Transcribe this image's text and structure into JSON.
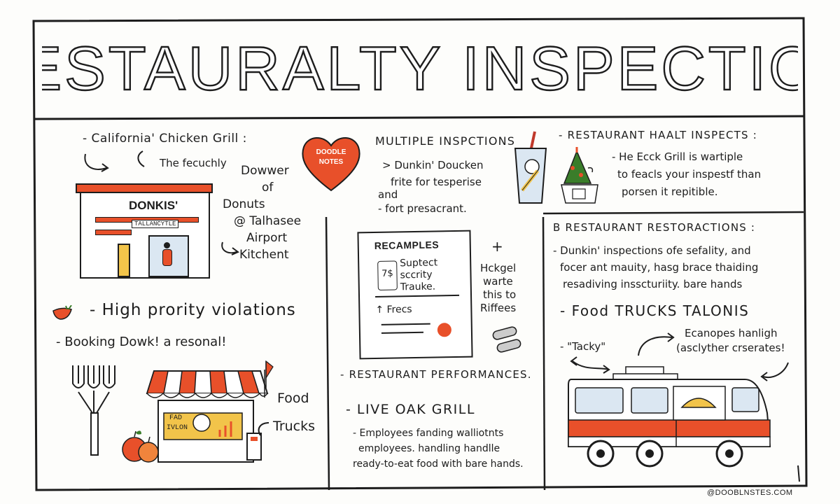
{
  "title": "RESTAURALTY INSPECTION",
  "badge": {
    "line1": "DOODLE",
    "line2": "NOTES",
    "color": "#e8502a"
  },
  "colors": {
    "accent": "#e8502a",
    "ink": "#1d1d1d",
    "yellow": "#f2c44a",
    "paper": "#fdfdfb"
  },
  "left": {
    "heading": "- California' Chicken Grill :",
    "subnote": "The fecuchly",
    "side_note": [
      "Dowwer",
      "of",
      "Donuts",
      "@ Talhasee",
      "Airport",
      "Kitchent"
    ],
    "store_sign": "DONKIS'",
    "store_subsign": "TALLANCYTLE",
    "violations": "- High prority violations",
    "booking": "- Booking Dowk! a resonal!",
    "food_label": "Food",
    "trucks_label": "Trucks",
    "stall_sign_line1": "FAD",
    "stall_sign_line2": "IVLON"
  },
  "middle": {
    "heading": "MULTIPLE INSPCTIONS",
    "lines": [
      "> Dunkin' Doucken",
      "frite for tesperise",
      "and",
      "- fort presacrant."
    ],
    "card_title": "RECAMPLES",
    "card_price": "7$",
    "card_text": [
      "Suptect",
      "sccrity",
      "Trauke."
    ],
    "card_list": "↑ Frecs",
    "plus": "+",
    "side_text": [
      "Hckgel",
      "warte",
      "this to",
      "Riffees"
    ],
    "performances": "- RESTAURANT PERFORMANCES.",
    "live_oak": "- LIVE OAK GRILL",
    "employees": [
      "- Employees fanding walliotnts",
      "employees. handling handlle",
      "ready-to-eat food with bare hands."
    ]
  },
  "right": {
    "heading": "- RESTAURANT HAALT INSPECTS :",
    "lines": [
      "- He Ecck Grill is wartiple",
      "to feacls your inspestf than",
      "porsen it repitible."
    ],
    "restorations_heading": "B RESTAURANT RESTORACTIONS :",
    "restorations": [
      "- Dunkin' inspections ofe sefality, and",
      "focer ant mauity, hasg brace thaiding",
      "resadiving insscturiity.  bare hands"
    ],
    "trucks_heading": "- Food TRUCKS TALONIS",
    "tacky": "- \"Tacky\"",
    "escapes": [
      "Ecanopes hanligh",
      "(asclyther crserates!"
    ]
  },
  "credit": "@DOOBLNSTES.COM"
}
